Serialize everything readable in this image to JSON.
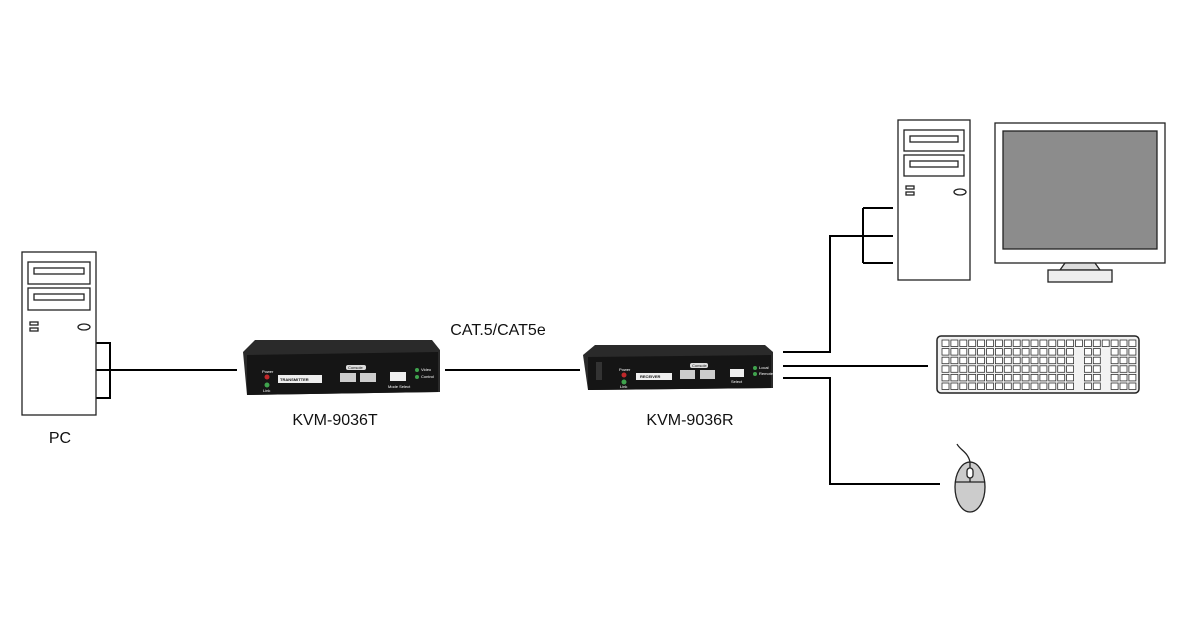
{
  "labels": {
    "pc": "PC",
    "transmitter_model": "KVM-9036T",
    "cable": "CAT.5/CAT5e",
    "receiver_model": "KVM-9036R"
  },
  "transmitter_panel": {
    "power": "Power",
    "link": "Link",
    "name": "TRANSMITTER",
    "console": "Console",
    "mode_select": "Mode Select",
    "video": "Video",
    "control": "Control"
  },
  "receiver_panel": {
    "power": "Power",
    "link": "Link",
    "name": "RECEIVER",
    "console": "Console",
    "select": "Select",
    "local": "Local",
    "remote": "Remote"
  },
  "colors": {
    "line": "#000000",
    "device_body": "#1c1c1c",
    "monitor_screen": "#8c8c8c",
    "power_led": "#c0282a",
    "link_led": "#3fa34d"
  }
}
